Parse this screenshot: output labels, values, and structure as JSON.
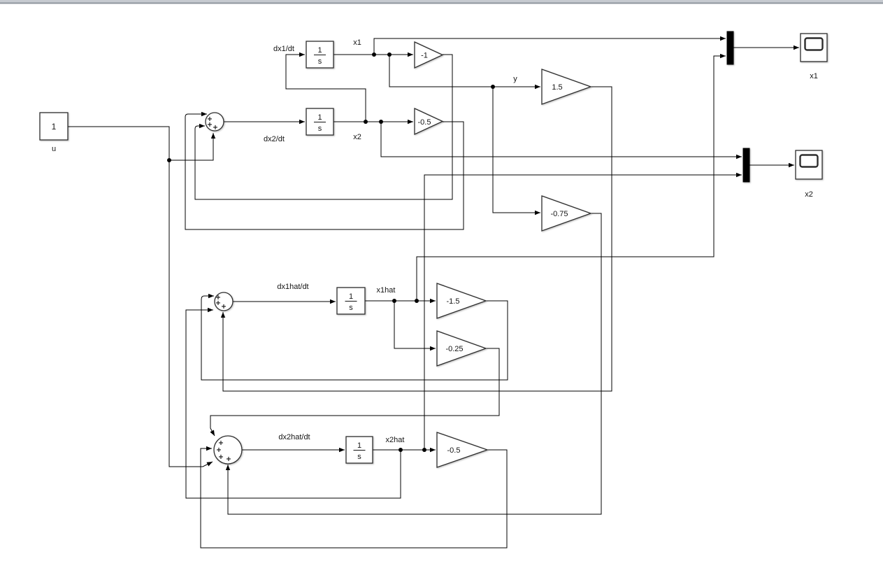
{
  "colors": {
    "canvas_bg": "#ffffff",
    "top_strip": "#c6cad0",
    "top_strip_edge": "#8f969e",
    "wire": "#000000",
    "block_border": "#2d2d2d",
    "mux_fill": "#000000"
  },
  "blocks": {
    "constant_u": {
      "value": "1",
      "label": "u"
    },
    "sum_plant": {
      "signs": [
        "+",
        "+",
        "+"
      ]
    },
    "sum_obs1": {
      "signs": [
        "+",
        "+",
        "+"
      ]
    },
    "sum_obs2": {
      "signs": [
        "+",
        "+",
        "+",
        "+"
      ]
    },
    "integrator_x1": {
      "num": "1",
      "den": "s"
    },
    "integrator_x2": {
      "num": "1",
      "den": "s"
    },
    "integrator_x1hat": {
      "num": "1",
      "den": "s"
    },
    "integrator_x2hat": {
      "num": "1",
      "den": "s"
    },
    "gain_minus1": {
      "value": "-1"
    },
    "gain_minus05": {
      "value": "-0.5"
    },
    "gain_15": {
      "value": "1.5"
    },
    "gain_minus075": {
      "value": "-0.75"
    },
    "gain_minus15": {
      "value": "-1.5"
    },
    "gain_minus025": {
      "value": "-0.25"
    },
    "gain_obs_minus05": {
      "value": "-0.5"
    },
    "scope_x1": {
      "label": "x1"
    },
    "scope_x2": {
      "label": "x2"
    }
  },
  "signals": {
    "dx1dt": "dx1/dt",
    "x1": "x1",
    "dx2dt": "dx2/dt",
    "x2": "x2",
    "y": "y",
    "dx1hatdt": "dx1hat/dt",
    "x1hat": "x1hat",
    "dx2hatdt": "dx2hat/dt",
    "x2hat": "x2hat"
  }
}
